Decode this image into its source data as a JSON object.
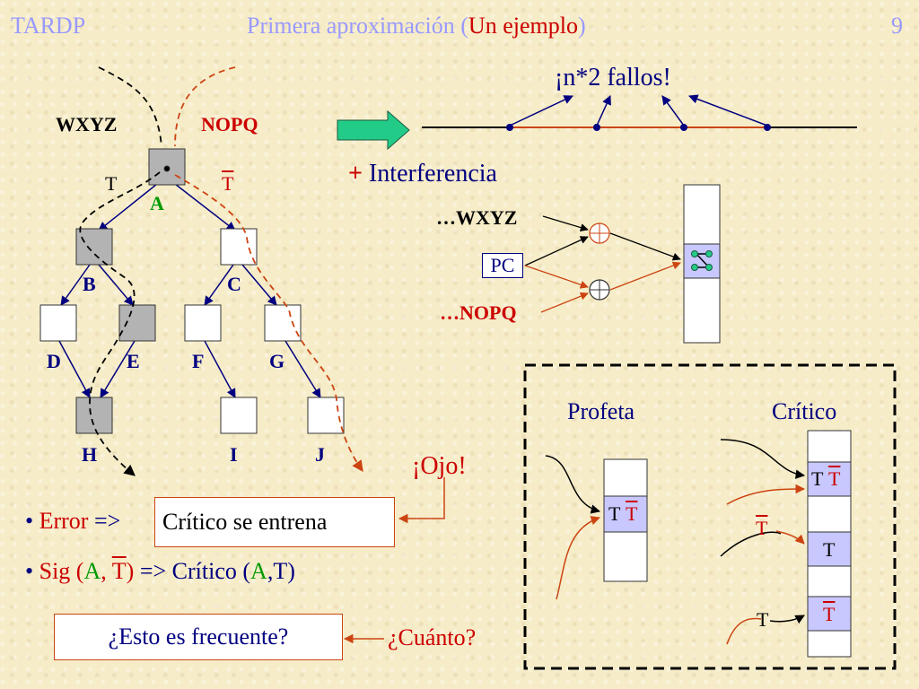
{
  "header": {
    "left": "TARDP",
    "title_prefix": "Primera aproximación (",
    "title_highlight": "Un ejemplo",
    "title_suffix": ")",
    "page_number": "9"
  },
  "tree": {
    "stream_left": "WXYZ",
    "stream_right": "NOPQ",
    "edge_taken": "T",
    "edge_not_taken": "T",
    "nodes": {
      "A": "A",
      "B": "B",
      "C": "C",
      "D": "D",
      "E": "E",
      "F": "F",
      "G": "G",
      "H": "H",
      "I": "I",
      "J": "J"
    }
  },
  "timeline": {
    "label": "¡n*2 fallos!"
  },
  "interference": {
    "plus": "+",
    "label": " Interferencia",
    "stream_top": "…WXYZ",
    "pc": "PC",
    "stream_bottom": "…NOPQ"
  },
  "notes": {
    "ojo": "¡Ojo!",
    "bullet1_error": "Error",
    "bullet1_arrow": " =>",
    "bullet1_box": "Crítico se entrena",
    "bullet2_sig": "Sig (",
    "bullet2_a": "A",
    "bullet2_comma": ", ",
    "bullet2_tbar": "T",
    "bullet2_close": ")",
    "bullet2_rest": " => Crítico (",
    "bullet2_a2": "A",
    "bullet2_t": ",T)",
    "question_box": "¿Esto es frecuente?",
    "cuanto": "¿Cuánto?"
  },
  "profeta_critico": {
    "profeta": "Profeta",
    "critico": "Crítico",
    "p_cell_t": "T",
    "p_cell_tbar": "T",
    "c_cell1_t": "T",
    "c_cell1_tbar": "T",
    "c_cell2": "T",
    "c_cell3": "T",
    "c_label_tbar": "T",
    "c_label_t": "T"
  },
  "colors": {
    "header": "#9999ff",
    "highlight": "#cc0000",
    "orange": "#cc4411",
    "navy": "#000080",
    "green": "#009900",
    "teal_arrow": "#22cc88"
  }
}
